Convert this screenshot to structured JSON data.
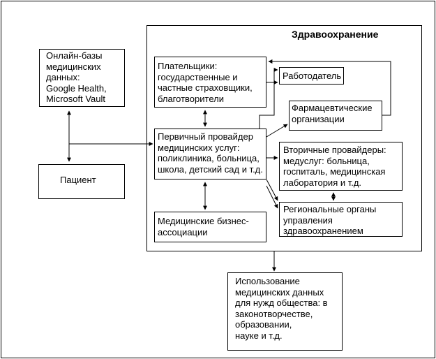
{
  "diagram": {
    "title": "Здравоохранение",
    "nodes": {
      "online_db": "Онлайн-базы\nмедицинских\nданных:\nGoogle Health,\nMicrosoft Vault",
      "patient": "Пациент",
      "payers": "Плательщики:\nгосударственные и\nчастные страховщики,\nблаготворители",
      "employer": "Работодатель",
      "pharma": "Фармацевтические\nорганизации",
      "primary": "Первичный провайдер\nмедицинских услуг:\nполиклиника, больница,\nшкола, детский сад и т.д.",
      "secondary": "Вторичные провайдеры:\nмедуслуг: больница,\nгоспиталь, медицинская\nлаборатория и т.д.",
      "business": "Медицинские бизнес-\nассоциации",
      "regional": "Региональные органы\nуправления\nздравоохранением",
      "usage": "Использование\nмедицинских данных\nдля нужд общества: в\nзаконотворчестве,\nобразовании,\nнауке и т.д."
    }
  }
}
